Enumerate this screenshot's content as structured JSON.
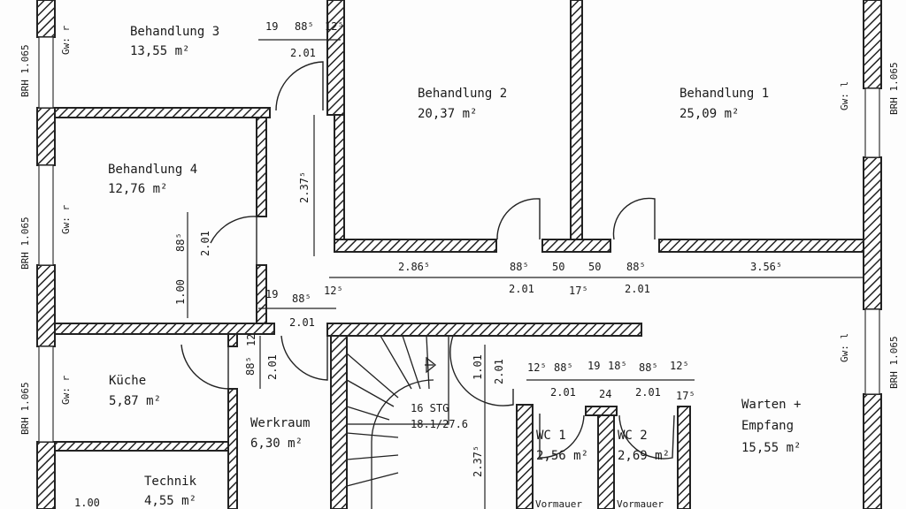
{
  "rooms": {
    "behandlung3": {
      "name": "Behandlung 3",
      "area": "13,55 m²"
    },
    "behandlung2": {
      "name": "Behandlung 2",
      "area": "20,37 m²"
    },
    "behandlung1": {
      "name": "Behandlung 1",
      "area": "25,09 m²"
    },
    "behandlung4": {
      "name": "Behandlung 4",
      "area": "12,76 m²"
    },
    "kueche": {
      "name": "Küche",
      "area": "5,87 m²"
    },
    "werkraum": {
      "name": "Werkraum",
      "area": "6,30 m²"
    },
    "technik": {
      "name": "Technik",
      "area": "4,55 m²"
    },
    "wc1": {
      "name": "WC 1",
      "area": "2,56 m²"
    },
    "wc2": {
      "name": "WC 2",
      "area": "2,69 m²"
    },
    "warten": {
      "name1": "Warten +",
      "name2": "Empfang",
      "area": "15,55 m²"
    },
    "vormauer1": "Vormauer",
    "vormauer2": "Vormauer"
  },
  "stair": {
    "steps": "16 STG",
    "ratio": "18.1/27.6"
  },
  "windows": {
    "brh": "BRH 1.065",
    "gw_r": "Gw: r",
    "gw_l": "Gw: l"
  },
  "dims": {
    "d19": "19",
    "d885": "88⁵",
    "d125": "12⁵",
    "d201": "2.01",
    "d2375": "2.37⁵",
    "d2865": "2.86⁵",
    "d50": "50",
    "d175": "17⁵",
    "d3565": "3.56⁵",
    "d100": "1.00",
    "d12": "12",
    "d185": "18⁵",
    "d24": "24",
    "d101": "1.01"
  }
}
